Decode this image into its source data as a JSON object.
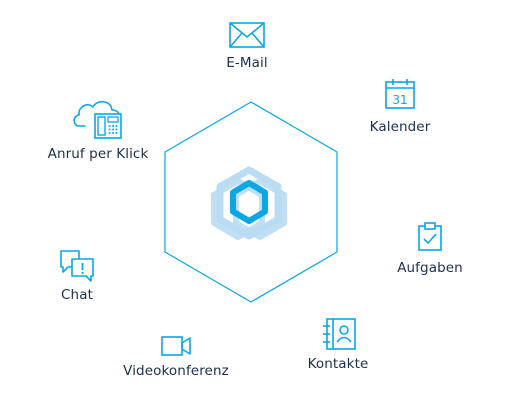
{
  "colors": {
    "accent": "#0aa7e6",
    "accent_light": "#b9dcf2",
    "label": "#1c2f4a"
  },
  "features": [
    {
      "id": "email",
      "label": "E-Mail",
      "icon": "envelope-icon"
    },
    {
      "id": "calendar",
      "label": "Kalender",
      "icon": "calendar-icon",
      "icon_text": "31"
    },
    {
      "id": "tasks",
      "label": "Aufgaben",
      "icon": "clipboard-check-icon"
    },
    {
      "id": "contacts",
      "label": "Kontakte",
      "icon": "address-book-icon"
    },
    {
      "id": "video",
      "label": "Videokonferenz",
      "icon": "video-camera-icon"
    },
    {
      "id": "chat",
      "label": "Chat",
      "icon": "chat-bubbles-icon"
    },
    {
      "id": "call",
      "label": "Anruf per Klick",
      "icon": "cloud-phone-icon"
    }
  ]
}
